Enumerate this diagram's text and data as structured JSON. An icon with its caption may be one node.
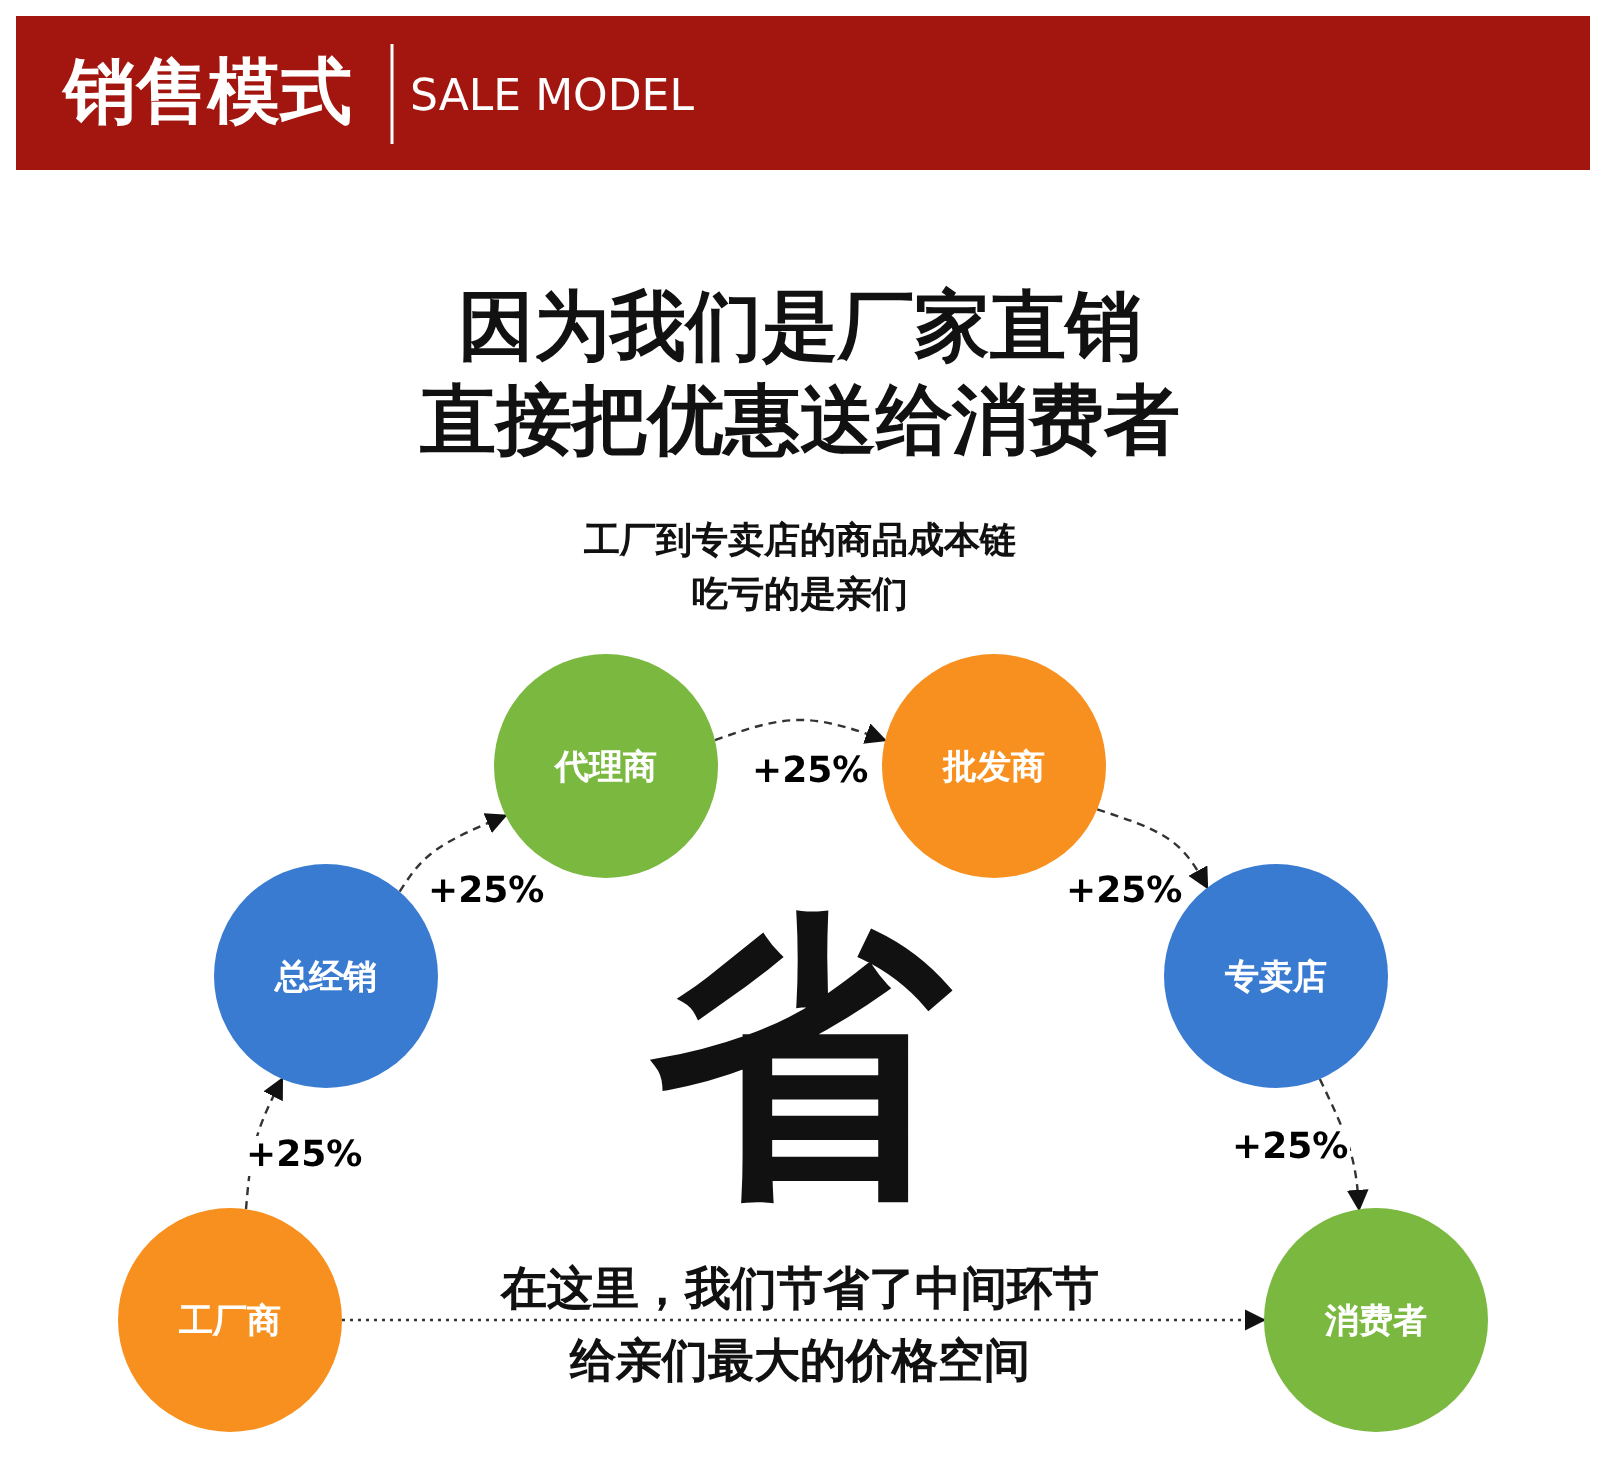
{
  "diagram": {
    "nodes": [
      {
        "text": [
          "工厂商"
        ]
      },
      {
        "text": [
          "总经销"
        ]
      },
      {
        "text": [
          "代理商"
        ]
      },
      {
        "text": [
          "批发商"
        ]
      },
      {
        "text": [
          "专卖店"
        ]
      },
      {
        "text": [
          "消费者"
        ]
      }
    ],
    "edges": [
      {
        "from": 0,
        "to": 1,
        "arrow": "to",
        "label": "+25%",
        "style": "dashed"
      },
      {
        "from": 1,
        "to": 2,
        "arrow": "to",
        "label": "+25%",
        "style": "dashed"
      },
      {
        "from": 2,
        "to": 3,
        "arrow": "to",
        "label": "+25%",
        "style": "dashed"
      },
      {
        "from": 3,
        "to": 4,
        "arrow": "to",
        "label": "+25%",
        "style": "dashed"
      },
      {
        "from": 4,
        "to": 5,
        "arrow": "to",
        "label": "+25%",
        "style": "dashed"
      },
      {
        "from": 0,
        "to": 5,
        "arrow": "to",
        "style": "dashed"
      }
    ],
    "labels": [
      "销售模式",
      "SALE MODEL",
      "因为我们是厂家直销",
      "直接把优惠送给消费者",
      "工厂到专卖店的商品成本链",
      "吃亏的是亲们",
      "省",
      "在这里，我们节省了中间环节",
      "给亲们最大的价格空间"
    ]
  }
}
